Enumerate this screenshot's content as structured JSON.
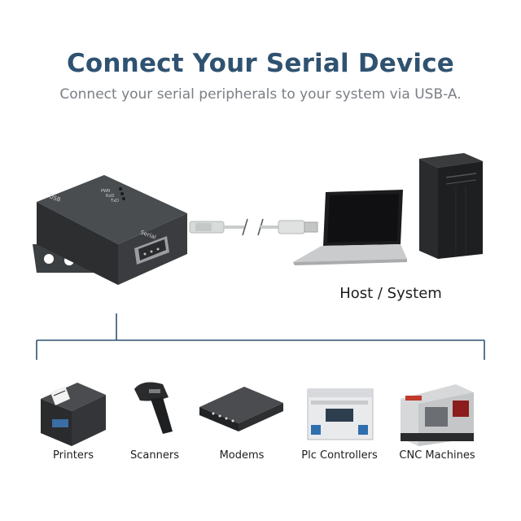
{
  "header": {
    "title": "Connect Your Serial Device",
    "subtitle": "Connect your serial peripherals to your system via USB-A."
  },
  "adapter": {
    "port_label": "USB",
    "connector_label": "Serial",
    "leds": [
      "PWR",
      "RxD",
      "TxD"
    ]
  },
  "host": {
    "label": "Host / System"
  },
  "devices": [
    {
      "label": "Printers",
      "icon": "printer-icon"
    },
    {
      "label": "Scanners",
      "icon": "barcode-scanner-icon"
    },
    {
      "label": "Modems",
      "icon": "modem-icon"
    },
    {
      "label": "Plc Controllers",
      "icon": "plc-controller-icon"
    },
    {
      "label": "CNC Machines",
      "icon": "cnc-machine-icon"
    }
  ],
  "colors": {
    "title": "#2f5271",
    "connector_lines": "#2f5271",
    "device_body": "#3a3d40"
  }
}
